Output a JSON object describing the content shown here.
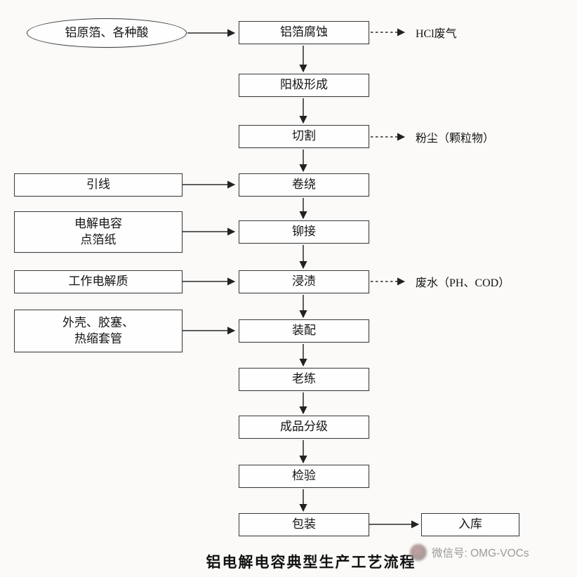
{
  "source": {
    "label": "铝原箔、各种酸"
  },
  "steps": [
    {
      "label": "铝箔腐蚀"
    },
    {
      "label": "阳极形成"
    },
    {
      "label": "切割"
    },
    {
      "label": "卷绕"
    },
    {
      "label": "铆接"
    },
    {
      "label": "浸渍"
    },
    {
      "label": "装配"
    },
    {
      "label": "老练"
    },
    {
      "label": "成品分级"
    },
    {
      "label": "检验"
    },
    {
      "label": "包装"
    }
  ],
  "inputs": [
    {
      "label": "引线",
      "target": "卷绕"
    },
    {
      "label": "电解电容\n点箔纸",
      "target": "铆接"
    },
    {
      "label": "工作电解质",
      "target": "浸渍"
    },
    {
      "label": "外壳、胶塞、\n热缩套管",
      "target": "装配"
    }
  ],
  "emissions": [
    {
      "label": "HCl废气",
      "from": "铝箔腐蚀"
    },
    {
      "label": "粉尘（颗粒物）",
      "from": "切割"
    },
    {
      "label": "废水（PH、COD）",
      "from": "浸渍"
    }
  ],
  "output": {
    "label": "入库"
  },
  "title": "铝电解电容典型生产工艺流程",
  "watermark": {
    "text": "微信号: OMG-VOCs"
  }
}
